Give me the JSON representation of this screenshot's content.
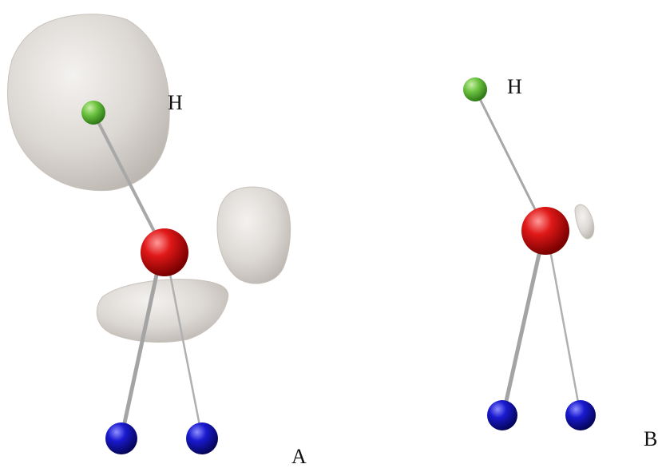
{
  "panels": [
    {
      "label": "A",
      "atoms": [
        {
          "name": "hydrogen-atom",
          "element": "H",
          "color": "#5cb63a",
          "text": "H"
        },
        {
          "name": "oxygen-atom",
          "element": "O",
          "color": "#d81414"
        },
        {
          "name": "nitrogen-atom-left",
          "element": "N",
          "color": "#1515b8"
        },
        {
          "name": "nitrogen-atom-right",
          "element": "N",
          "color": "#1515b8"
        }
      ],
      "isosurfaces": 3
    },
    {
      "label": "B",
      "atoms": [
        {
          "name": "hydrogen-atom",
          "element": "H",
          "color": "#5cb63a",
          "text": "H"
        },
        {
          "name": "oxygen-atom",
          "element": "O",
          "color": "#d81414"
        },
        {
          "name": "nitrogen-atom-left",
          "element": "N",
          "color": "#1515b8"
        },
        {
          "name": "nitrogen-atom-right",
          "element": "N",
          "color": "#1515b8"
        }
      ],
      "isosurfaces": 1
    }
  ],
  "colors": {
    "isosurface": "#d8d4d0",
    "bond": "#a8a8a8",
    "label": "#111111"
  }
}
